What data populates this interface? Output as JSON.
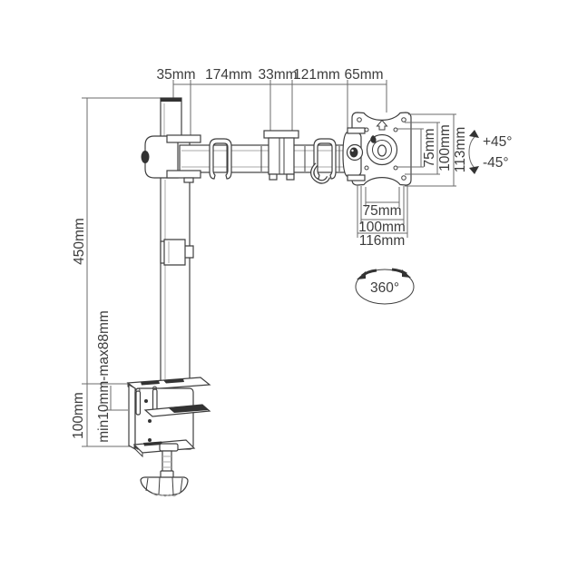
{
  "labels": {
    "top": {
      "cap": "35mm",
      "arm1": "174mm",
      "elbow": "33mm",
      "arm2": "121mm",
      "head": "65mm"
    },
    "left": {
      "pole_height": "450mm",
      "clamp_height": "100mm",
      "clamp_range": "min10mm-max88mm"
    },
    "vesa_side": {
      "inner": "75mm",
      "mid": "100mm",
      "outer": "113mm"
    },
    "vesa_bottom": {
      "inner": "75mm",
      "mid": "100mm",
      "outer": "116mm"
    },
    "rotation": {
      "tilt_up": "+45°",
      "tilt_down": "-45°",
      "swivel": "360°"
    }
  },
  "colors": {
    "line": "#3f3f3f",
    "dim_line": "#6b6b6b",
    "text": "#3c3c3c",
    "background": "#ffffff"
  }
}
